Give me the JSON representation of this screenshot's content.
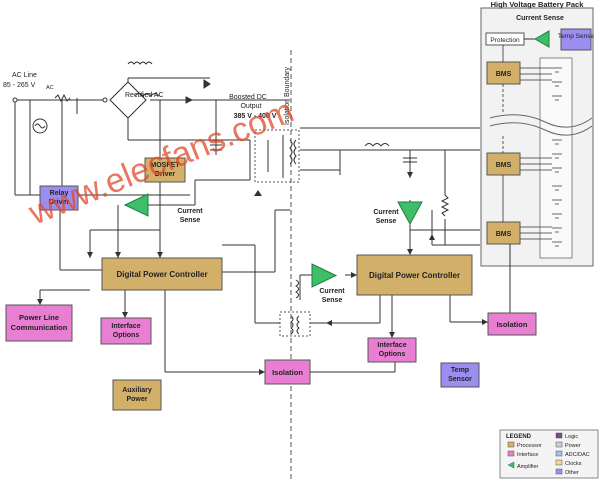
{
  "pack": {
    "title": "High Voltage Battery Pack",
    "current_sense": "Current Sense",
    "protection": "Protection",
    "temp_sense": "Temp Sense",
    "bms_label": "BMS"
  },
  "input": {
    "ac_line_1": "AC Line",
    "ac_line_2": "85 - 265 V",
    "ac_line_sub": "AC",
    "rectified": "Rectified AC"
  },
  "boost": {
    "line1": "Boosted DC",
    "line2": "Output",
    "line3": "385 V - 400 V"
  },
  "isolation_boundary": "Isolation Boundary",
  "blocks": {
    "mosfet_driver": "MOSFET Driver",
    "relay_driver": "Relay Driver",
    "dpc_left": "Digital Power Controller",
    "dpc_right": "Digital Power Controller",
    "plc": "Power Line Communication",
    "interface_left": "Interface Options",
    "interface_right": "Interface Options",
    "aux_power": "Auxiliary Power",
    "isolation_center": "Isolation",
    "isolation_right": "Isolation",
    "temp_sensor": "Temp Sensor"
  },
  "current_sense_label": "Current Sense",
  "watermark": "www.elecfans.com",
  "legend": {
    "title": "LEGEND",
    "items": [
      "Processor",
      "Interface",
      "Amplifier",
      "Logic",
      "Power",
      "ADC/DAC",
      "Clocks",
      "Other"
    ]
  },
  "colors": {
    "tan": "#d3b06a",
    "pink": "#e97fd2",
    "purple": "#9c8ef0",
    "green": "#3dbf6a",
    "watermark": "#e0492a"
  }
}
